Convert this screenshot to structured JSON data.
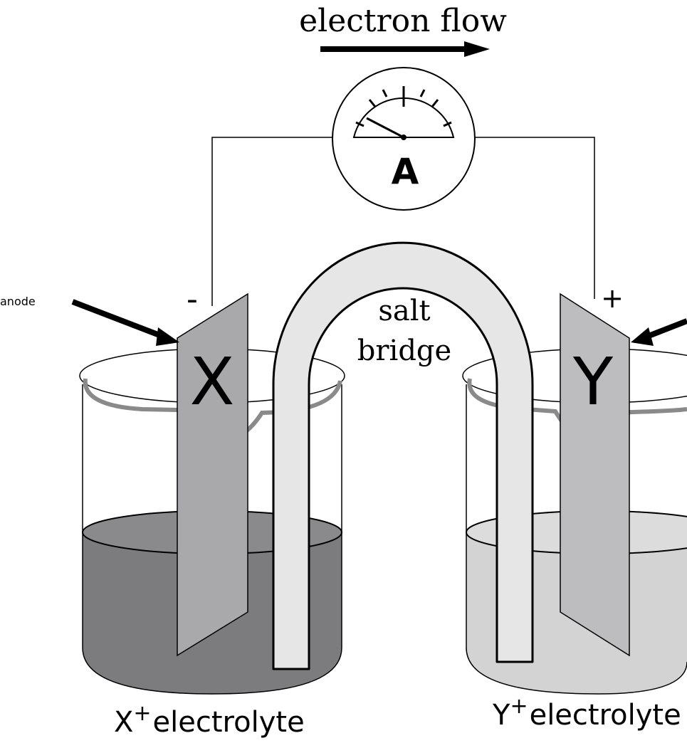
{
  "title": "electron flow",
  "ammeter": {
    "label": "A"
  },
  "electrodes": {
    "left": {
      "letter": "X",
      "polarity": "-",
      "pointer_label": "anode"
    },
    "right": {
      "letter": "Y",
      "polarity": "+"
    }
  },
  "salt_bridge": {
    "line1": "salt",
    "line2": "bridge"
  },
  "beakers": {
    "left": {
      "ion": "X",
      "charge": "+",
      "label": "electrolyte"
    },
    "right": {
      "ion": "Y",
      "charge": "+",
      "label": "electrolyte"
    }
  },
  "colors": {
    "left_solution": "#7c7c7e",
    "right_solution": "#d3d3d3",
    "electrode": "#a9a9ab",
    "bridge": "#e6e6e7",
    "rim_swirl": "#8a8a8a"
  }
}
